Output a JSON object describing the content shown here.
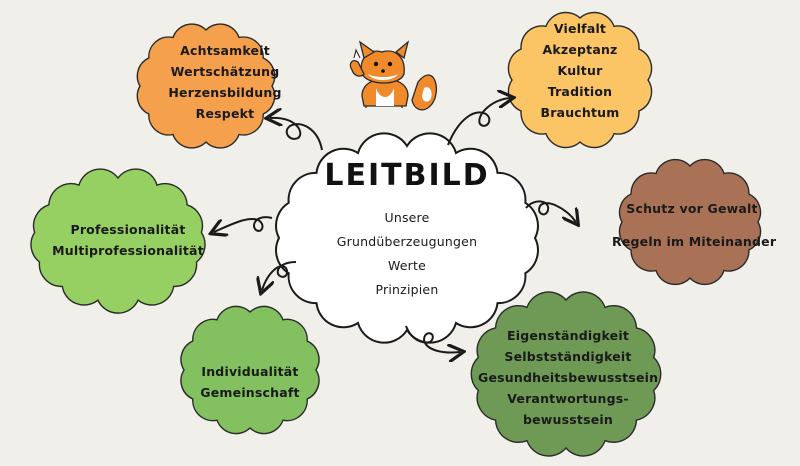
{
  "center": {
    "title": "LEITBILD",
    "items": [
      "Unsere",
      "Grundüberzeugungen",
      "Werte",
      "Prinzipien"
    ]
  },
  "bubbles": {
    "values": [
      "Achtsamkeit",
      "Wertschätzung",
      "Herzensbildung",
      "Respekt"
    ],
    "culture": [
      "Vielfalt",
      "Akzeptanz",
      "Kultur",
      "Tradition",
      "Brauchtum"
    ],
    "professional": [
      "Professionalität",
      "Multiprofessionalität"
    ],
    "protection": [
      "Schutz vor Gewalt",
      "Regeln im Miteinander"
    ],
    "community": [
      "Individualität",
      "Gemeinschaft"
    ],
    "independence": [
      "Eigenständigkeit",
      "Selbstständigkeit",
      "Gesundheitsbewusstsein",
      "Verantwortungs-",
      "bewusstsein"
    ]
  },
  "colors": {
    "background": "#f0efe9",
    "orange": "#f5a04d",
    "light_orange": "#fbc565",
    "light_green": "#96d063",
    "brown": "#a97256",
    "green": "#82c060",
    "dark_green": "#6f9a55",
    "center": "#ffffff",
    "outline": "#2a2a2a"
  },
  "mascot": "fox-mascot-icon"
}
